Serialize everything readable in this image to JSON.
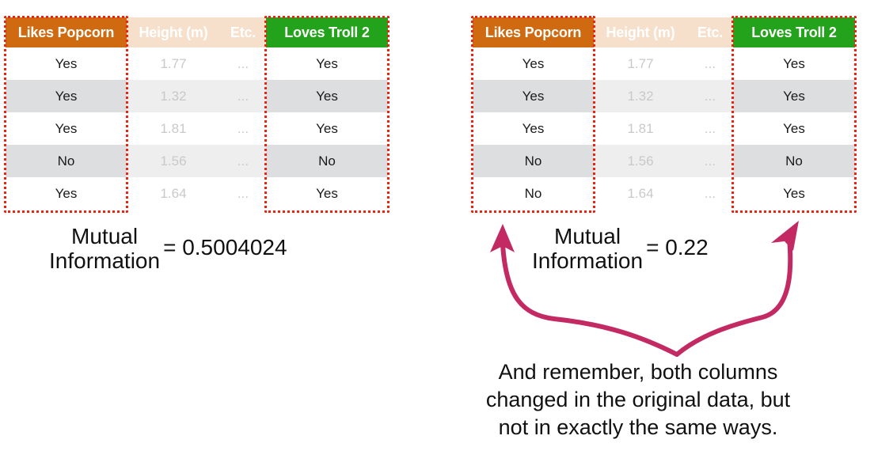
{
  "colors": {
    "header_popcorn": "#CF6A10",
    "header_faded": "#F6E0CB",
    "header_troll": "#22A31B",
    "highlight_dashed": "#EE2211",
    "arrow_pink": "#C32A63",
    "row_even": "#DCDEE0",
    "row_odd": "#FFFFFF",
    "text": "#111111",
    "muted_text": "#C9C9C9"
  },
  "tables": [
    {
      "id": "left-table",
      "columns": [
        "Likes Popcorn",
        "Height (m)",
        "Etc.",
        "Loves Troll 2"
      ],
      "rows": [
        [
          "Yes",
          "1.77",
          "...",
          "Yes"
        ],
        [
          "Yes",
          "1.32",
          "...",
          "Yes"
        ],
        [
          "Yes",
          "1.81",
          "...",
          "Yes"
        ],
        [
          "No",
          "1.56",
          "...",
          "No"
        ],
        [
          "Yes",
          "1.64",
          "...",
          "Yes"
        ]
      ],
      "highlighted_columns": [
        "Likes Popcorn",
        "Loves Troll 2"
      ]
    },
    {
      "id": "right-table",
      "columns": [
        "Likes Popcorn",
        "Height (m)",
        "Etc.",
        "Loves Troll 2"
      ],
      "rows": [
        [
          "Yes",
          "1.77",
          "...",
          "Yes"
        ],
        [
          "Yes",
          "1.32",
          "...",
          "Yes"
        ],
        [
          "Yes",
          "1.81",
          "...",
          "Yes"
        ],
        [
          "No",
          "1.56",
          "...",
          "No"
        ],
        [
          "No",
          "1.64",
          "...",
          "Yes"
        ]
      ],
      "highlighted_columns": [
        "Likes Popcorn",
        "Loves Troll 2"
      ]
    }
  ],
  "equations": [
    {
      "id": "left-equation",
      "label_line1": "Mutual",
      "label_line2": "Information",
      "rhs": "= 0.5004024"
    },
    {
      "id": "right-equation",
      "label_line1": "Mutual",
      "label_line2": "Information",
      "rhs": "= 0.22"
    }
  ],
  "caption": {
    "line1": "And remember, both columns",
    "line2": "changed in the original data, but",
    "line3": "not in exactly the same ways."
  },
  "annotation_arrow": {
    "name": "double-headed-v-arrow",
    "points_to": [
      "Likes Popcorn column",
      "Loves Troll 2 column"
    ]
  }
}
